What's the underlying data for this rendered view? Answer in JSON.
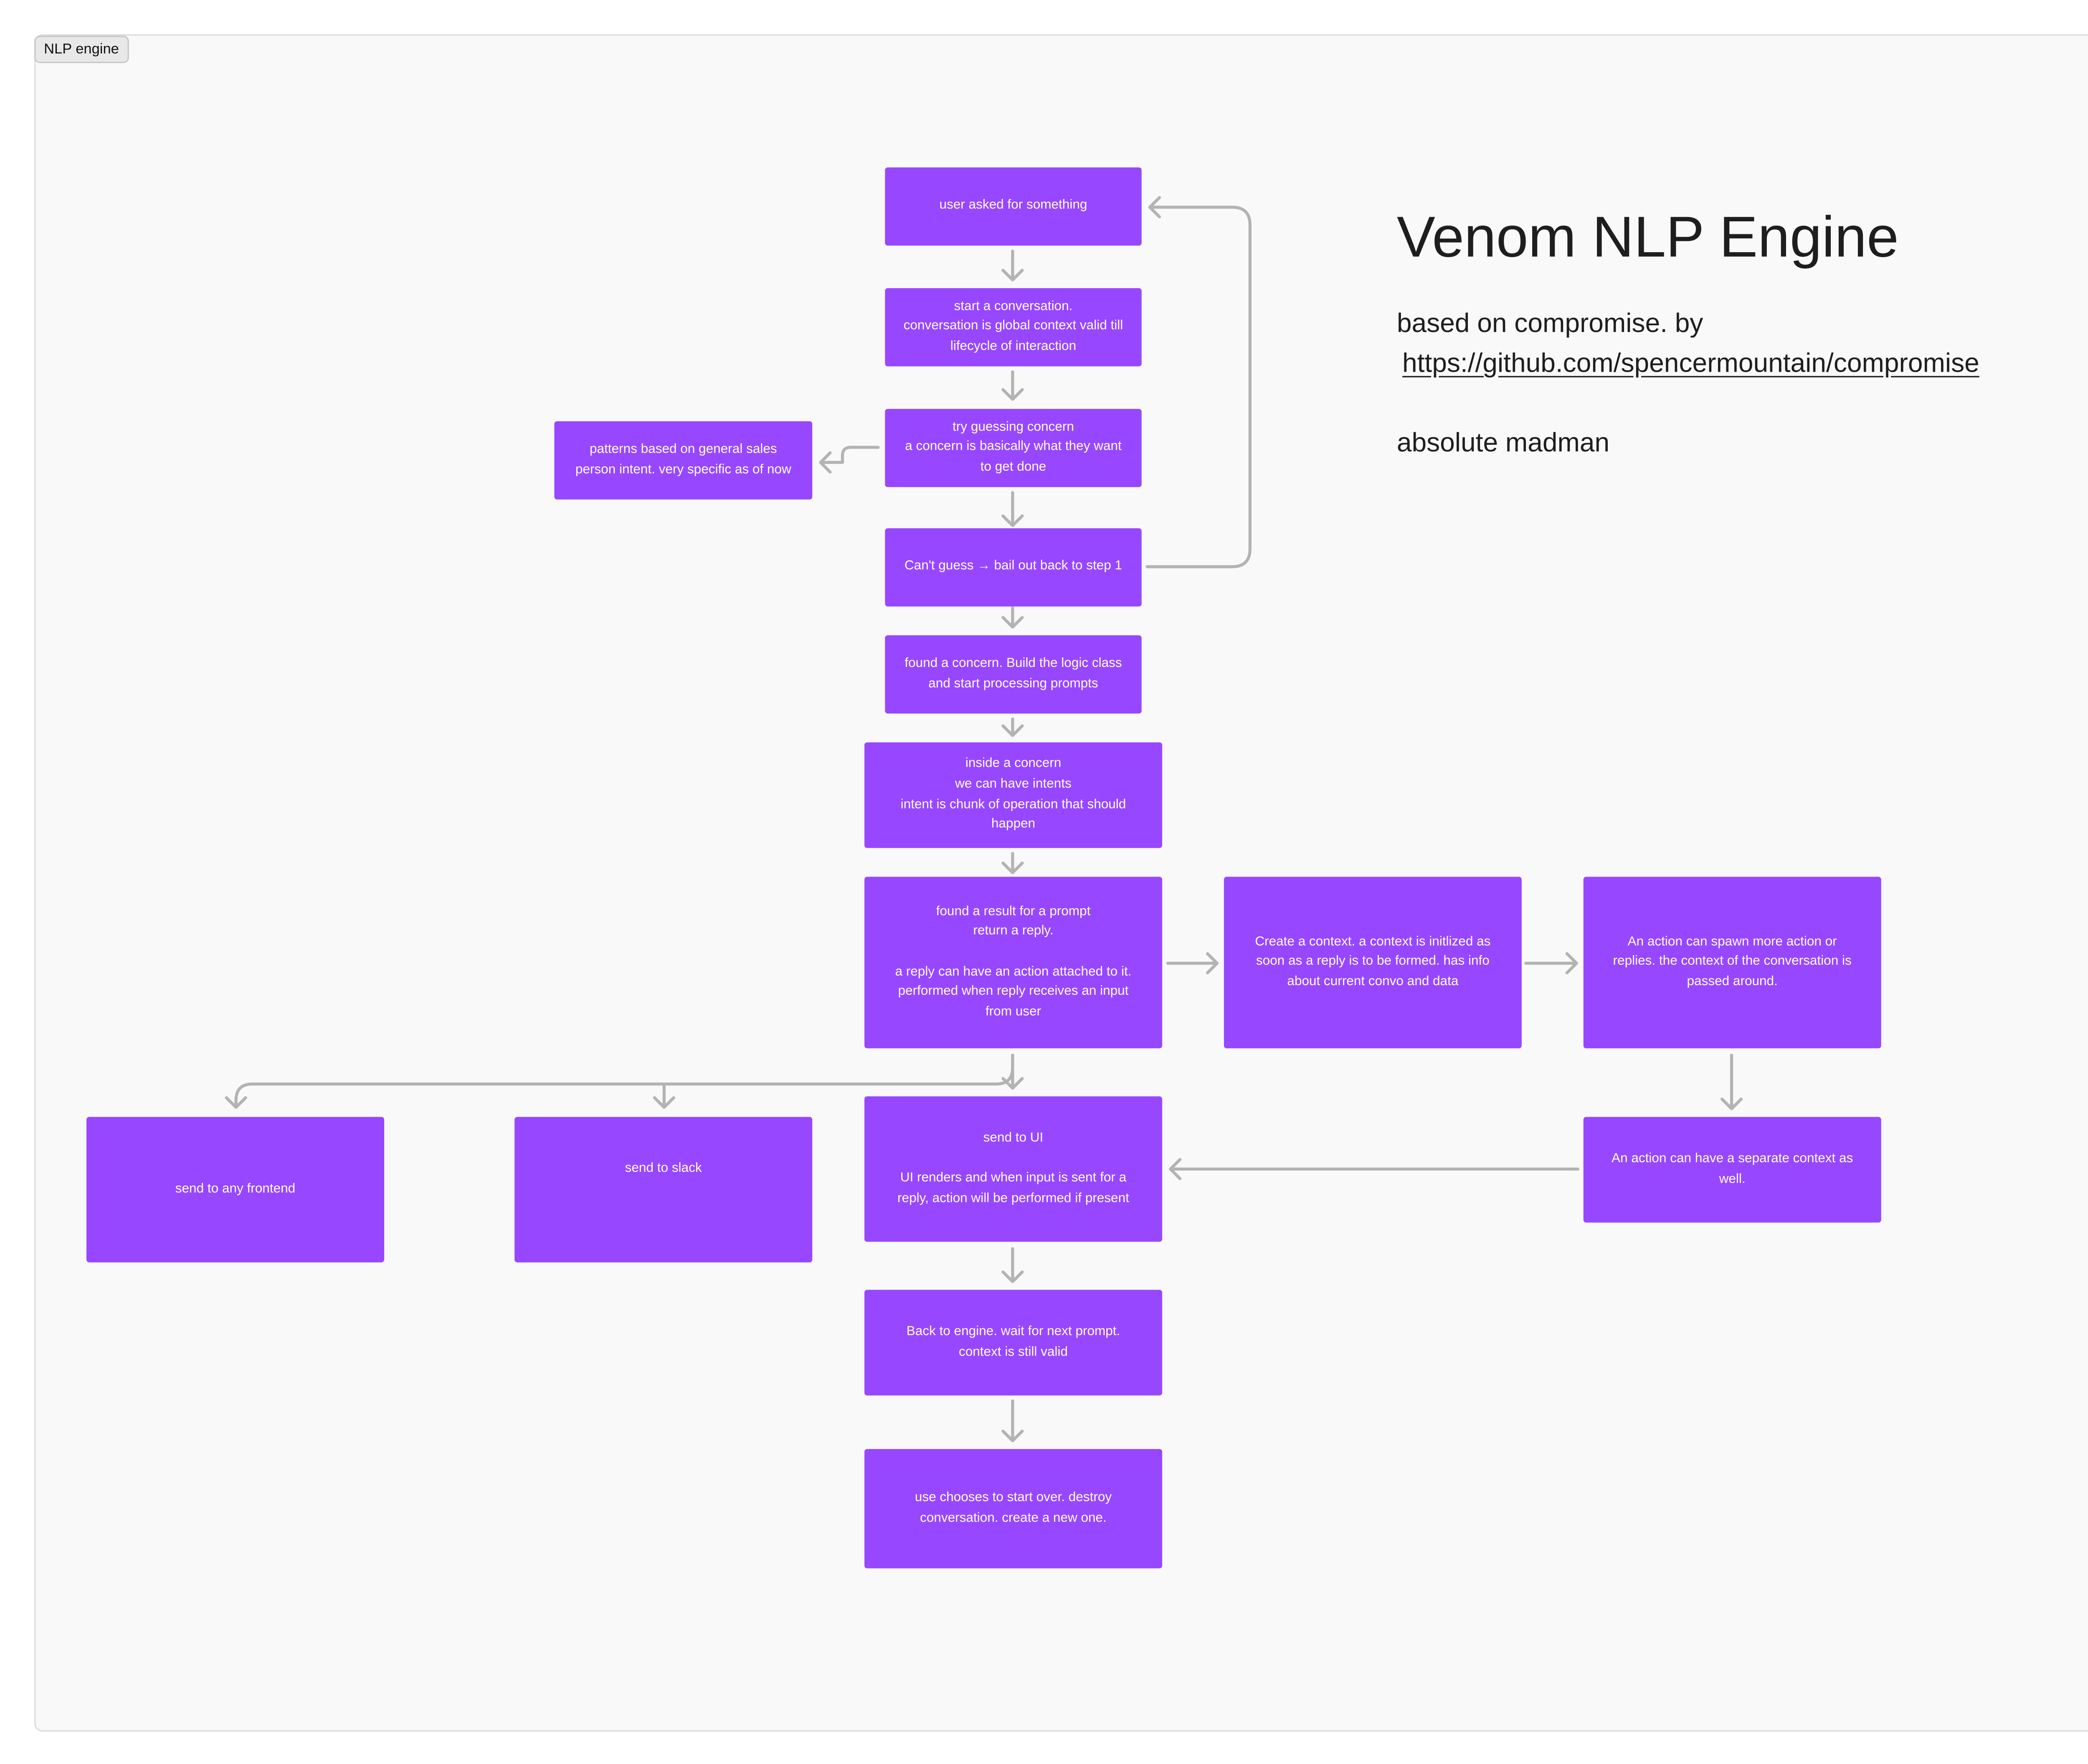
{
  "frame": {
    "label": "NLP engine"
  },
  "heading": {
    "title": "Venom NLP Engine",
    "subtitle": "based on compromise. by",
    "link": "https://github.com/spencermountain/compromise",
    "note": "absolute madman"
  },
  "nodes": {
    "user_asked": "user asked for something",
    "start_conversation": "start a conversation.\nconversation is global context valid till\nlifecycle of interaction",
    "guess_concern": "try guessing concern\na concern is basically what they want\nto get done",
    "patterns": "patterns based on general sales\nperson intent. very specific as of now",
    "cant_guess": "Can't guess → bail out back to step 1",
    "found_concern": "found a concern. Build the logic class\nand start processing prompts",
    "inside_concern": "inside a concern\nwe can have intents\nintent is chunk of operation that should\nhappen",
    "found_result": "found a result for a prompt\nreturn a reply.\n\na reply can have an action attached to it.\nperformed when reply receives an input\nfrom user",
    "create_context": "Create a context. a context is initlized as\nsoon as a reply is to be formed. has info\nabout current convo and data",
    "action_spawn": "An action can spawn more action or\nreplies. the context of the conversation is\npassed around.",
    "separate_context": "An action can have a separate context as\nwell.",
    "send_frontend": "send to any frontend",
    "send_slack": "send to slack",
    "send_ui": "send to UI\n\nUI renders and when input is sent for a\nreply, action will be performed if present",
    "back_to_engine": "Back to engine. wait for next prompt.\ncontext is still valid",
    "start_over": "use chooses to start over. destroy\nconversation. create a new one."
  },
  "colors": {
    "node_fill": "#9747ff",
    "node_text": "#ffffff",
    "connector": "#b3b3b3",
    "canvas": "#f9f9f9"
  }
}
